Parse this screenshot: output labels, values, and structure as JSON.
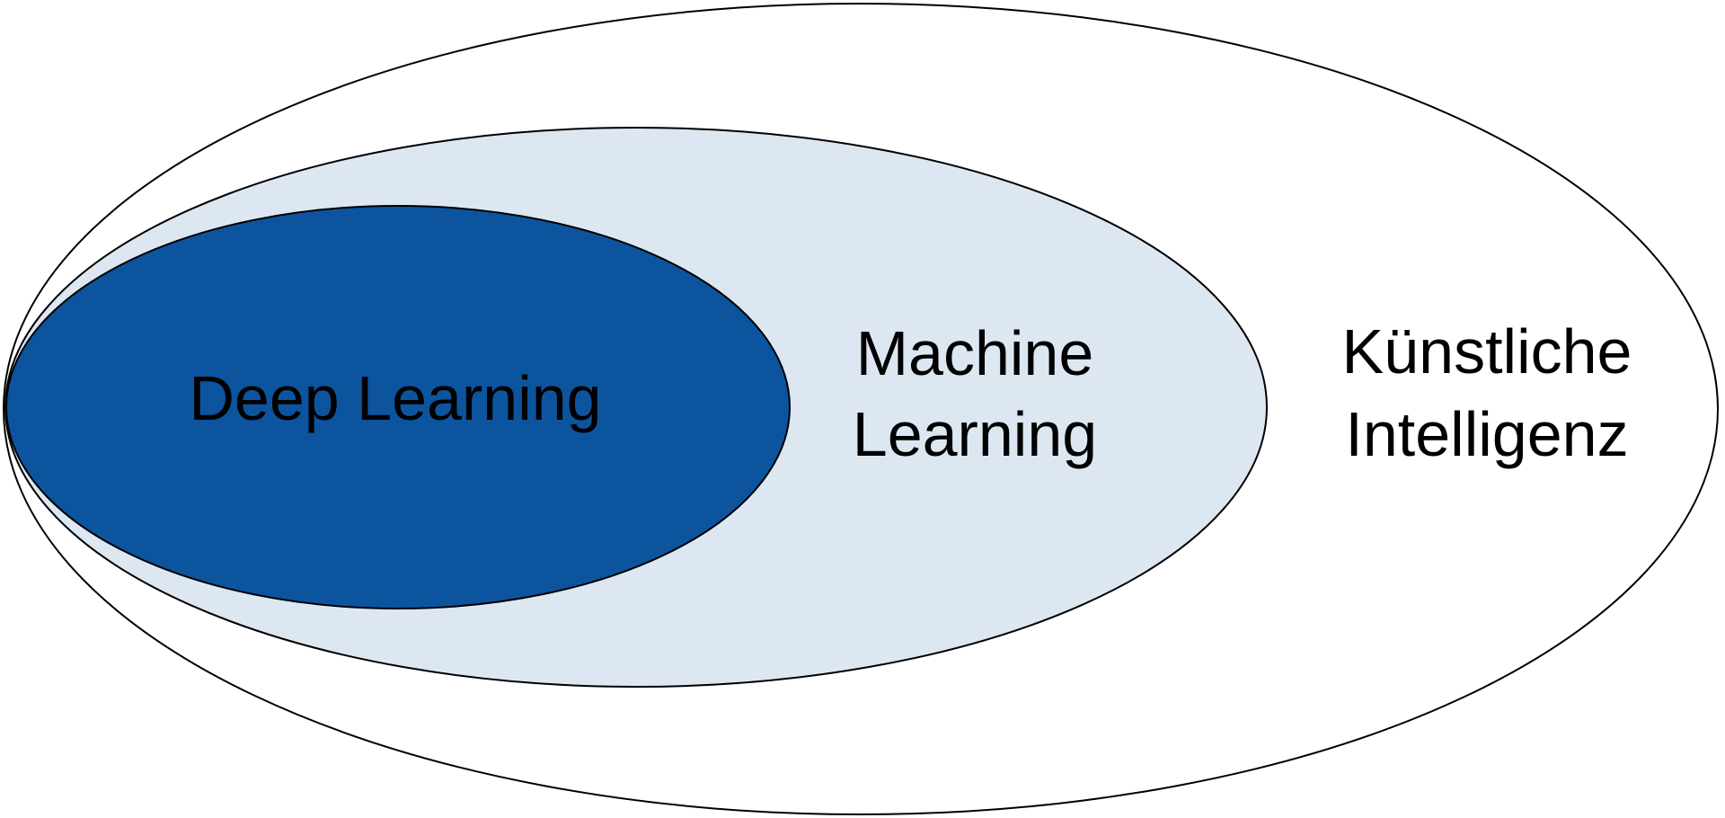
{
  "diagram": {
    "type": "nested-euler-diagram",
    "colors": {
      "outer_fill": "#ffffff",
      "middle_fill": "#dce7f2",
      "inner_fill": "#0d549e",
      "stroke": "#000000",
      "text": "#000000"
    },
    "sets": [
      {
        "id": "kuenstliche-intelligenz",
        "level": "outer",
        "label_lines": {
          "0": "Künstliche",
          "1": "Intelligenz"
        }
      },
      {
        "id": "machine-learning",
        "level": "middle",
        "label_lines": {
          "0": "Machine",
          "1": "Learning"
        }
      },
      {
        "id": "deep-learning",
        "level": "inner",
        "label_lines": {
          "0": "Deep Learning"
        }
      }
    ]
  }
}
